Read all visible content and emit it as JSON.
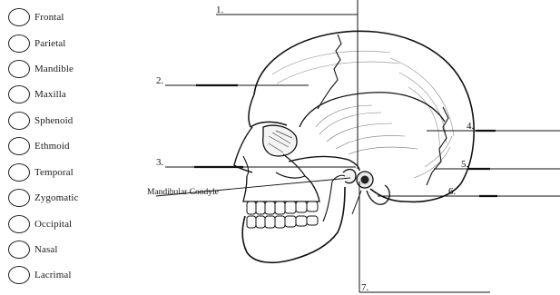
{
  "bone_options": [
    {
      "label": "Frontal"
    },
    {
      "label": "Parietal"
    },
    {
      "label": "Mandible"
    },
    {
      "label": "Maxilla"
    },
    {
      "label": "Sphenoid"
    },
    {
      "label": "Ethmoid"
    },
    {
      "label": "Temporal"
    },
    {
      "label": "Zygomatic"
    },
    {
      "label": "Occipital"
    },
    {
      "label": "Nasal"
    },
    {
      "label": "Lacrimal"
    }
  ],
  "diagram": {
    "label_numbers": [
      "1.",
      "2.",
      "3.",
      "4.",
      "5.",
      "6.",
      "7."
    ],
    "condyle_label": "Mandibular Condyle"
  }
}
